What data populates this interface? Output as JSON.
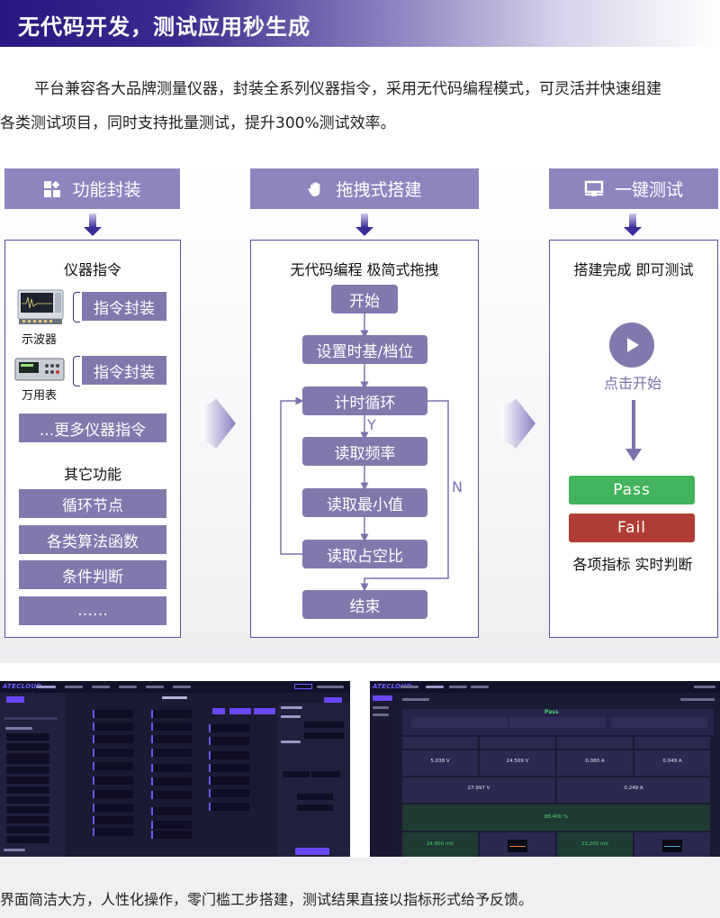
{
  "header": {
    "title": "无代码开发，测试应用秒生成"
  },
  "intro": {
    "line1": "平台兼容各大品牌测量仪器，封装全系列仪器指令，采用无代码编程模式，可灵活并快速组建",
    "line2": "各类测试项目，同时支持批量测试，提升300%测试效率。"
  },
  "columns": [
    {
      "title": "功能封装",
      "icon": "blocks-icon",
      "panel_title": "仪器指令",
      "instruments": [
        {
          "name": "示波器",
          "image": "oscilloscope-image",
          "action": "指令封装"
        },
        {
          "name": "万用表",
          "image": "multimeter-image",
          "action": "指令封装"
        }
      ],
      "more_instruments": "...更多仪器指令",
      "other_title": "其它功能",
      "other_items": [
        "循环节点",
        "各类算法函数",
        "条件判断",
        "……"
      ]
    },
    {
      "title": "拖拽式搭建",
      "icon": "hand-icon",
      "panel_title": "无代码编程 极简式拖拽",
      "flow": [
        "开始",
        "设置时基/档位",
        "计时循环",
        "读取频率",
        "读取最小值",
        "读取占空比",
        "结束"
      ],
      "yes_label": "Y",
      "no_label": "N"
    },
    {
      "title": "一键测试",
      "icon": "monitor-icon",
      "panel_title": "搭建完成 即可测试",
      "start_label": "点击开始",
      "pass_label": "Pass",
      "fail_label": "Fail",
      "verdict_label": "各项指标 实时判断"
    }
  ],
  "colors": {
    "accent": "#8e85bf",
    "box": "#8378ad",
    "border": "#5b4f9e",
    "pass": "#44b35d",
    "fail": "#b03d35"
  },
  "screenshots": {
    "left": {
      "brand": "ATECLOUD",
      "description": "flow-editor"
    },
    "right": {
      "brand": "ATECLOUD",
      "status": "Pass",
      "readings": [
        {
          "value": "5.038",
          "unit": "V"
        },
        {
          "value": "24.509",
          "unit": "V"
        },
        {
          "value": "0.080",
          "unit": "A"
        },
        {
          "value": "0.049",
          "unit": "A"
        },
        {
          "value": "27.997",
          "unit": "V"
        },
        {
          "value": "0.249",
          "unit": "A"
        },
        {
          "value": "88.400",
          "unit": "%"
        },
        {
          "value": "24.800",
          "unit": "mV"
        },
        {
          "value": "23.200",
          "unit": "mV"
        }
      ]
    }
  },
  "footer": {
    "text": "界面简洁大方，人性化操作，零门槛工步搭建，测试结果直接以指标形式给予反馈。"
  }
}
